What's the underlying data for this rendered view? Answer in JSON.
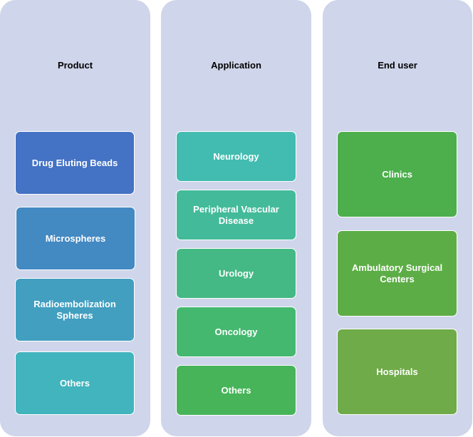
{
  "columns": [
    {
      "title": "Product",
      "items": [
        {
          "label": "Drug Eluting Beads",
          "color": "#4472c4"
        },
        {
          "label": "Microspheres",
          "color": "#4389c2"
        },
        {
          "label": "Radioembolization Spheres",
          "color": "#429fc0"
        },
        {
          "label": "Others",
          "color": "#42b4bd"
        }
      ]
    },
    {
      "title": "Application",
      "items": [
        {
          "label": "Neurology",
          "color": "#42bcb0"
        },
        {
          "label": "Peripheral Vascular Disease",
          "color": "#43bb9a"
        },
        {
          "label": "Urology",
          "color": "#44b985"
        },
        {
          "label": "Oncology",
          "color": "#45b870"
        },
        {
          "label": "Others",
          "color": "#47b45a"
        }
      ]
    },
    {
      "title": "End user",
      "items": [
        {
          "label": "Clinics",
          "color": "#4caf4c"
        },
        {
          "label": "Ambulatory Surgical Centers",
          "color": "#5dad46"
        },
        {
          "label": "Hospitals",
          "color": "#6fab48"
        }
      ]
    }
  ]
}
